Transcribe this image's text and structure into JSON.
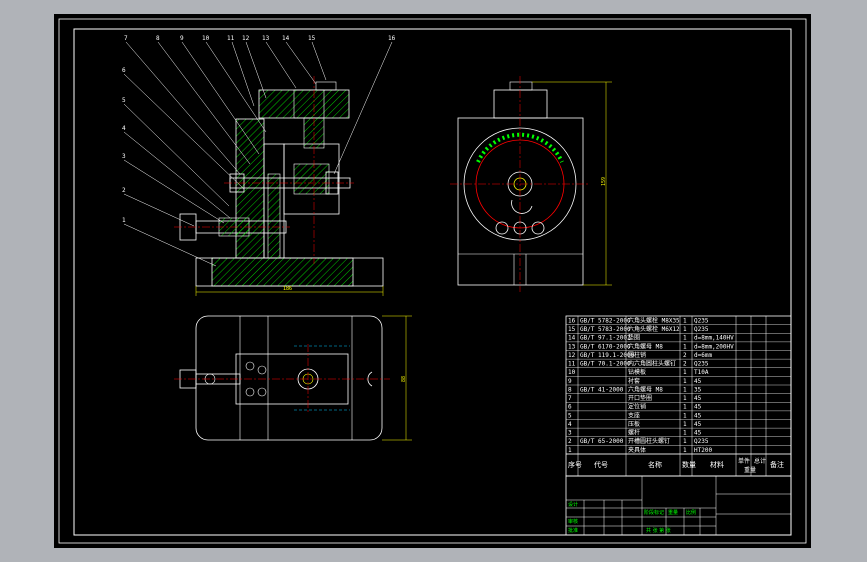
{
  "colors": {
    "window_bg": "#b0b3b8",
    "canvas_bg": "#000000",
    "line_white": "#ffffff",
    "section_green": "#00ff00",
    "center_red": "#ff0000",
    "dim_yellow": "#ffff00",
    "hidden_cyan": "#00c8ff"
  },
  "callouts": [
    "7",
    "8",
    "9",
    "10",
    "11",
    "12",
    "13",
    "14",
    "15",
    "16",
    "6",
    "5",
    "4",
    "3",
    "2",
    "1"
  ],
  "dimensions": {
    "front_width": "186",
    "side_height": "159",
    "top_height": "88"
  },
  "bom": {
    "header": {
      "no": "序号",
      "code": "代号",
      "name": "名称",
      "qty": "数量",
      "material": "材料",
      "unit_weight": "单件",
      "total_weight": "总计",
      "weight": "重量",
      "remark": "备注"
    },
    "rows": [
      {
        "no": "16",
        "code": "GB/T 5782-2000",
        "name": "六角头螺栓 M8X35",
        "qty": "1",
        "material": "Q235",
        "remark": ""
      },
      {
        "no": "15",
        "code": "GB/T 5783-2000",
        "name": "六角头螺栓 M6X12",
        "qty": "1",
        "material": "Q235",
        "remark": ""
      },
      {
        "no": "14",
        "code": "GB/T 97.1-2002",
        "name": "垫圈",
        "qty": "1",
        "material": "d=8mm,140HV",
        "remark": ""
      },
      {
        "no": "13",
        "code": "GB/T 6170-2000",
        "name": "六角螺母 M8",
        "qty": "1",
        "material": "d=8mm,200HV",
        "remark": ""
      },
      {
        "no": "12",
        "code": "GB/T 119.1-2000",
        "name": "圆柱销",
        "qty": "2",
        "material": "d=6mm",
        "remark": ""
      },
      {
        "no": "11",
        "code": "GB/T 70.1-2000",
        "name": "内六角圆柱头螺钉",
        "qty": "2",
        "material": "Q235",
        "remark": ""
      },
      {
        "no": "10",
        "code": "",
        "name": "钻模板",
        "qty": "1",
        "material": "T10A",
        "remark": ""
      },
      {
        "no": "9",
        "code": "",
        "name": "衬套",
        "qty": "1",
        "material": "45",
        "remark": ""
      },
      {
        "no": "8",
        "code": "GB/T 41-2000",
        "name": "六角螺母 M8",
        "qty": "1",
        "material": "35",
        "remark": ""
      },
      {
        "no": "7",
        "code": "",
        "name": "开口垫圈",
        "qty": "1",
        "material": "45",
        "remark": ""
      },
      {
        "no": "6",
        "code": "",
        "name": "定位销",
        "qty": "1",
        "material": "45",
        "remark": ""
      },
      {
        "no": "5",
        "code": "",
        "name": "支座",
        "qty": "1",
        "material": "45",
        "remark": ""
      },
      {
        "no": "4",
        "code": "",
        "name": "压板",
        "qty": "1",
        "material": "45",
        "remark": ""
      },
      {
        "no": "3",
        "code": "",
        "name": "螺杆",
        "qty": "1",
        "material": "45",
        "remark": ""
      },
      {
        "no": "2",
        "code": "GB/T 65-2000",
        "name": "开槽圆柱头螺钉",
        "qty": "1",
        "material": "Q235",
        "remark": ""
      },
      {
        "no": "1",
        "code": "",
        "name": "夹具体",
        "qty": "1",
        "material": "HT200",
        "remark": ""
      }
    ]
  },
  "title_block": {
    "design": "设计",
    "check": "审核",
    "approve": "批准",
    "stage": "阶段标记",
    "weight": "重量",
    "scale": "比例",
    "sheet": "共 张 第 张"
  }
}
